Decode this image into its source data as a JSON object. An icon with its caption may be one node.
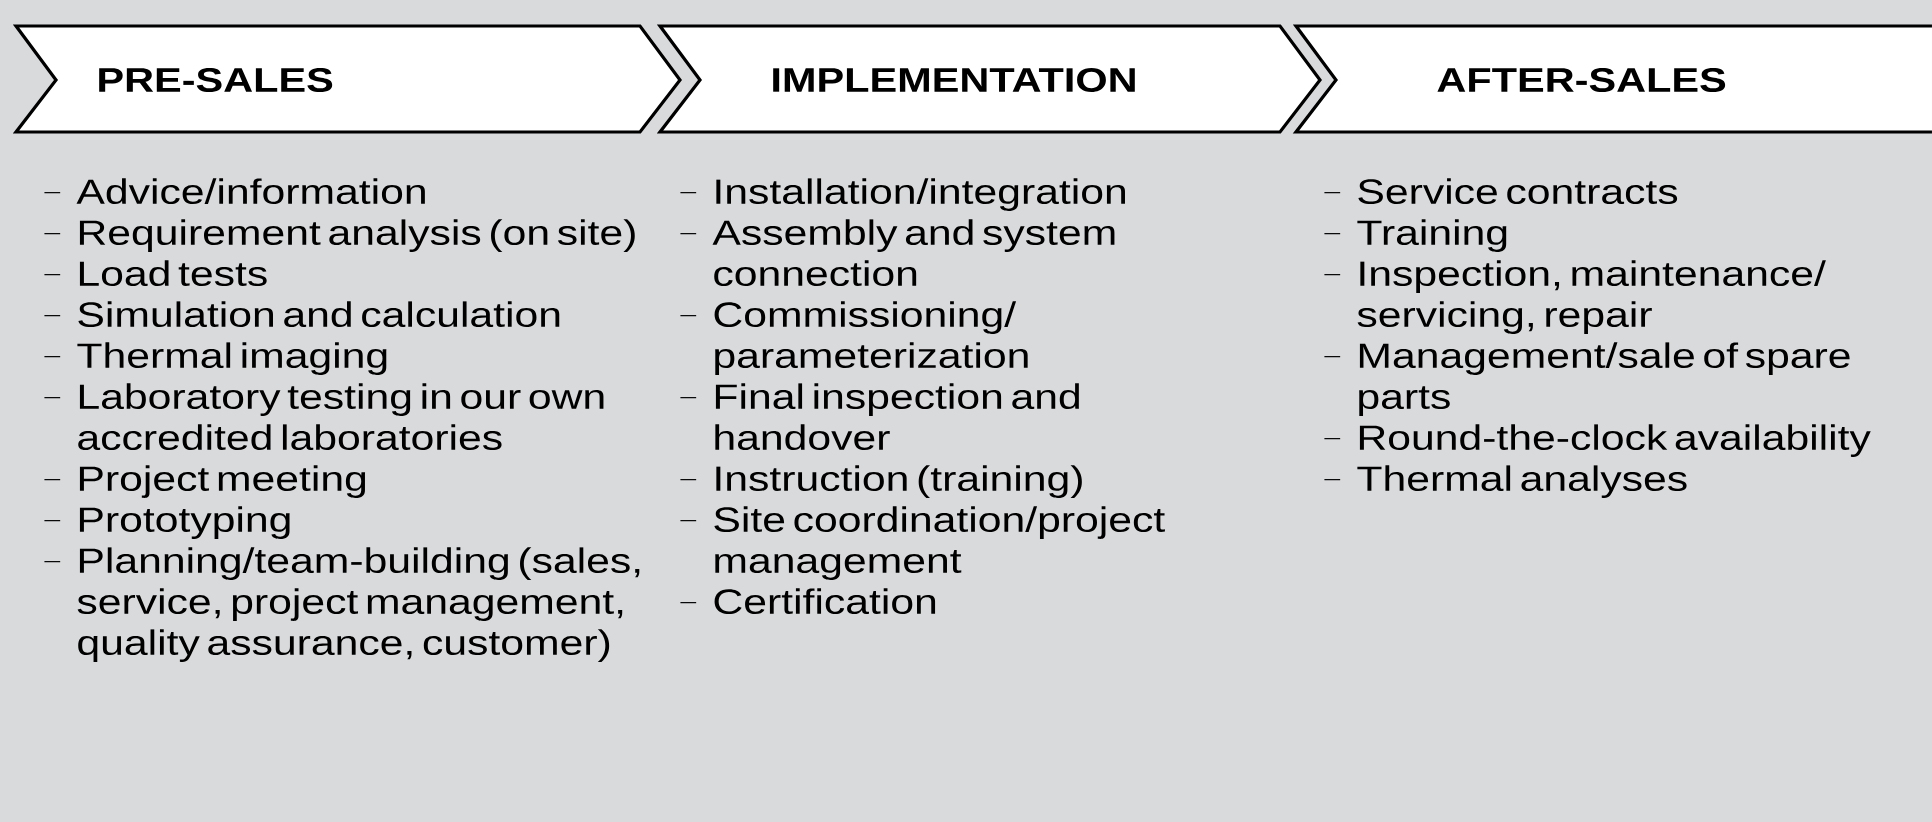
{
  "diagram": {
    "nodes": [
      {
        "text": [
          "PRE-SALES"
        ],
        "beside": [
          "Advice/information",
          "Requirement analysis (on site)",
          "Load tests",
          "Simulation and calculation",
          "Thermal imaging",
          "Laboratory testing in our own accredited laboratories",
          "Project meeting",
          "Prototyping",
          "Planning/team-building (sales, service, project management, quality assurance, customer)"
        ]
      },
      {
        "text": [
          "IMPLEMENTATION"
        ],
        "beside": [
          "Installation/integration",
          "Assembly and system connection",
          "Commissioning/ parameterization",
          "Final inspection and handover",
          "Instruction (training)",
          "Site coordination/project management",
          "Certification"
        ]
      },
      {
        "text": [
          "AFTER-SALES"
        ],
        "beside": [
          "Service contracts",
          "Training",
          "Inspection, maintenance/ servicing, repair",
          "Management/sale of spare parts",
          "Round-the-clock availability",
          "Thermal analyses"
        ]
      }
    ]
  }
}
